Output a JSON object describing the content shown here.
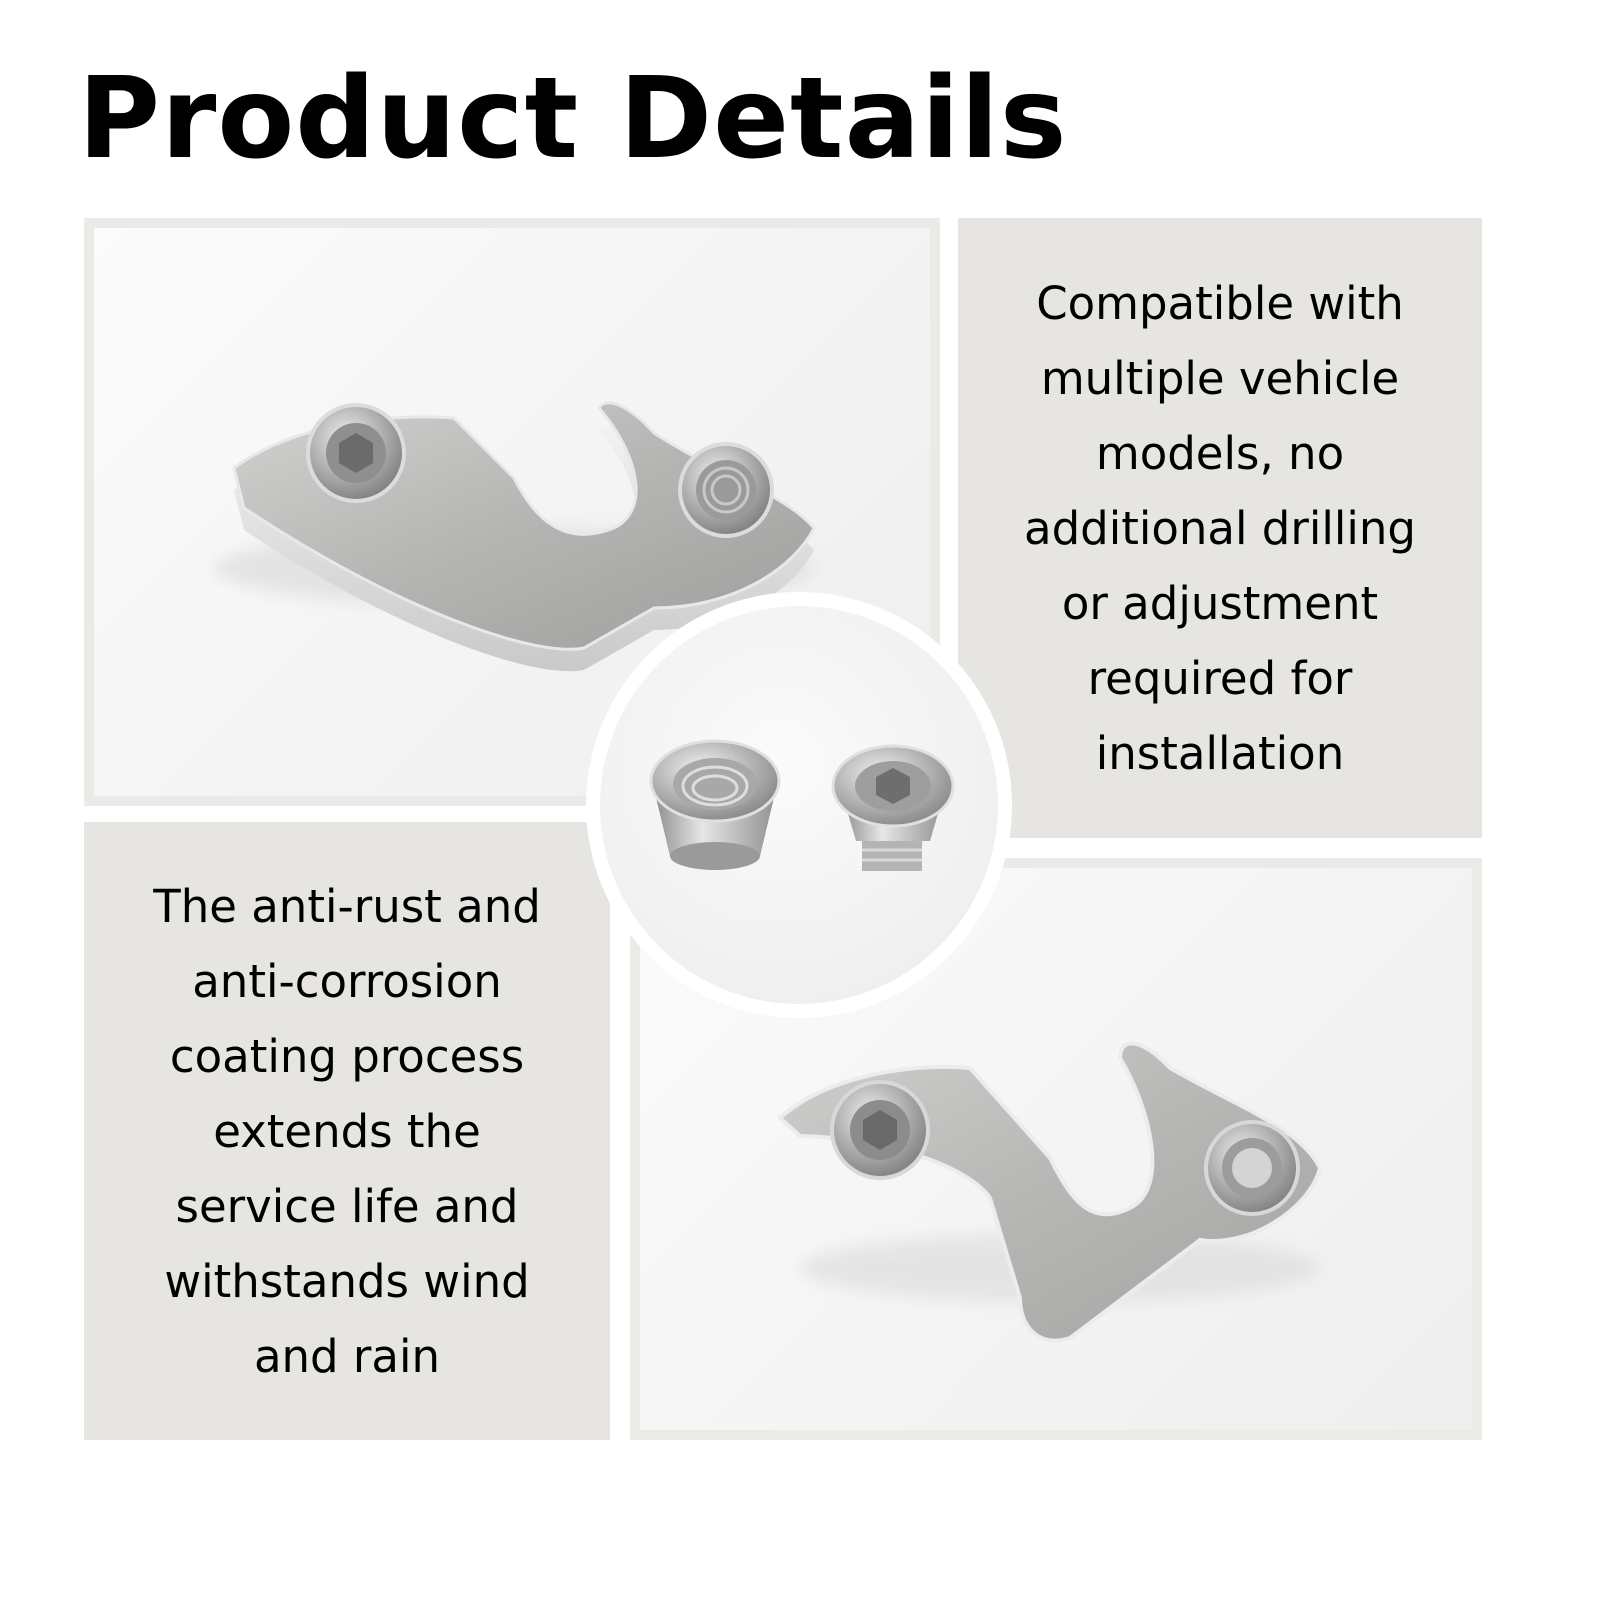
{
  "page": {
    "title": "Product Details"
  },
  "features": [
    {
      "lines": [
        "Compatible with",
        "multiple vehicle",
        "models, no",
        "additional drilling",
        "or adjustment",
        "required for",
        "installation"
      ]
    },
    {
      "lines": [
        "The anti-rust and",
        "anti-corrosion",
        "coating process",
        "extends the",
        "service life and",
        "withstands wind",
        "and rain"
      ]
    }
  ],
  "colors": {
    "panel_background": "#e6e5e2",
    "frame_border": "#ebeae7",
    "metal": "#b7b7b5"
  }
}
